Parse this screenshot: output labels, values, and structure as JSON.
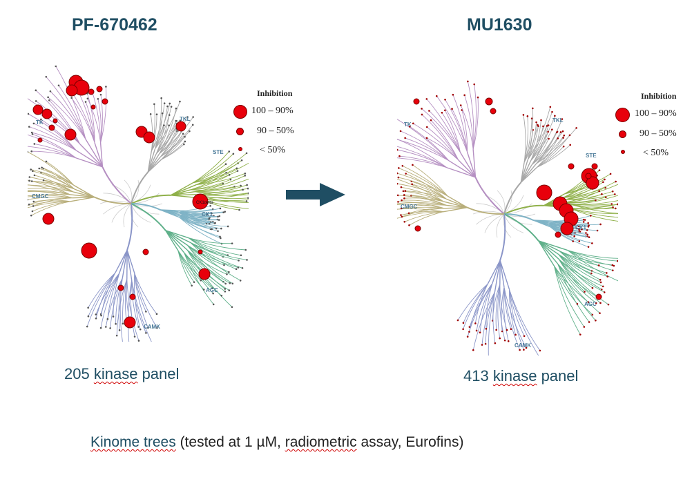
{
  "left": {
    "compound": "PF-670462",
    "panel_number": "205",
    "panel_word": "kinase",
    "panel_rest": "panel"
  },
  "right": {
    "compound": "MU1630",
    "panel_number": "413",
    "panel_word": "kinase",
    "panel_rest": "panel"
  },
  "families": [
    "TK",
    "TKL",
    "STE",
    "CK1",
    "AGC",
    "CAMK",
    "CMGC"
  ],
  "highlight_label": "CK1delta",
  "legend": {
    "title": "Inhibition",
    "levels": [
      "100 – 90%",
      "90 – 50%",
      "< 50%"
    ]
  },
  "caption": {
    "lead": "Kinome trees",
    "rest": " (tested at 1 µM, ",
    "underlined": "radiometric",
    "tail": " assay, Eurofins)"
  },
  "colors": {
    "title": "#1f4e63",
    "arrow": "#1f4e63",
    "hit": "#e8000b",
    "TK": "#b58fc2",
    "TKL": "#a7a7a7",
    "STE": "#8fb049",
    "CK1": "#7fb3c6",
    "AGC": "#5fb08a",
    "CAMK": "#8a95c8",
    "CMGC": "#b8ae7a",
    "core": "#cccccc"
  },
  "icons": [
    "arrow-right-icon"
  ]
}
